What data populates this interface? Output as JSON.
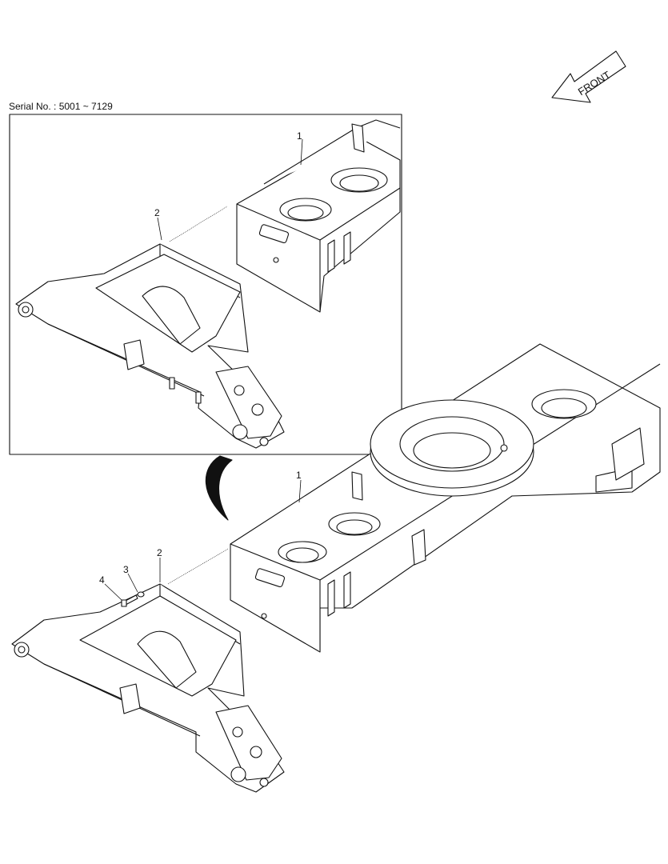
{
  "serial": "Serial No. : 5001 ~ 7129",
  "front_label": "FRONT",
  "detail_callouts": {
    "frame": "1",
    "pipe": "2"
  },
  "main_callouts": {
    "frame": "1",
    "pipe": "2",
    "washer": "3",
    "bolt": "4"
  }
}
